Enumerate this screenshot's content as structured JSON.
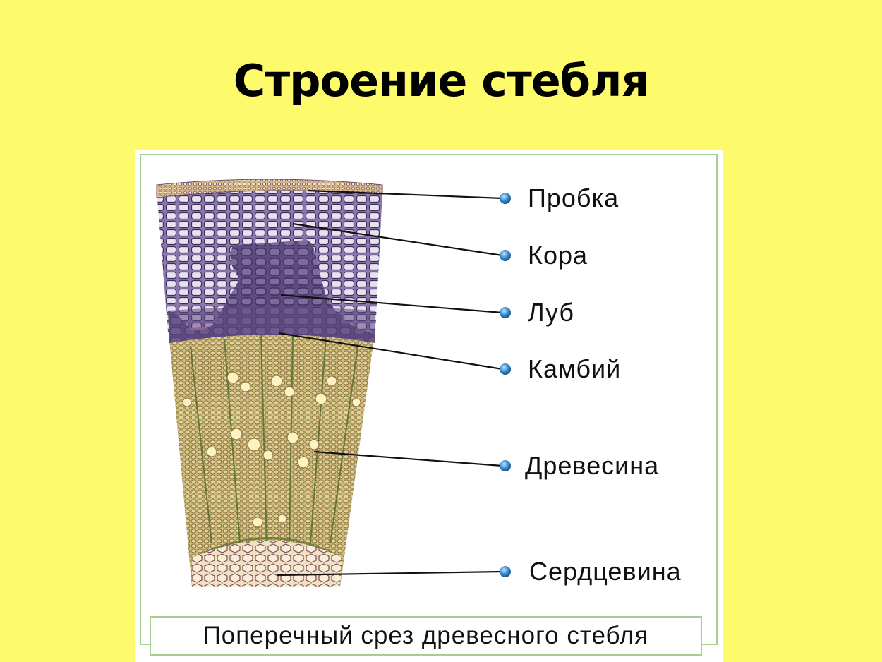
{
  "slide": {
    "title": "Строение стебля",
    "background_color": "#fdfb6c"
  },
  "diagram": {
    "subject": "cross-section of a woody stem",
    "labels": [
      {
        "id": "cork",
        "text": "Пробка"
      },
      {
        "id": "cortex",
        "text": "Кора"
      },
      {
        "id": "phloem",
        "text": "Луб"
      },
      {
        "id": "cambium",
        "text": "Камбий"
      },
      {
        "id": "wood",
        "text": "Древесина"
      },
      {
        "id": "pith",
        "text": "Сердцевина"
      }
    ],
    "caption": "Поперечный срез древесного стебля",
    "colors": {
      "cork": "#c8a77a",
      "cortex": "#9b86b8",
      "phloem": "#5c4a7e",
      "cambium": "#c9709a",
      "wood": "#b8a35a",
      "pith": "#e9d3a8",
      "marker": "#3d8fd1",
      "frame": "#a6cf92"
    }
  }
}
